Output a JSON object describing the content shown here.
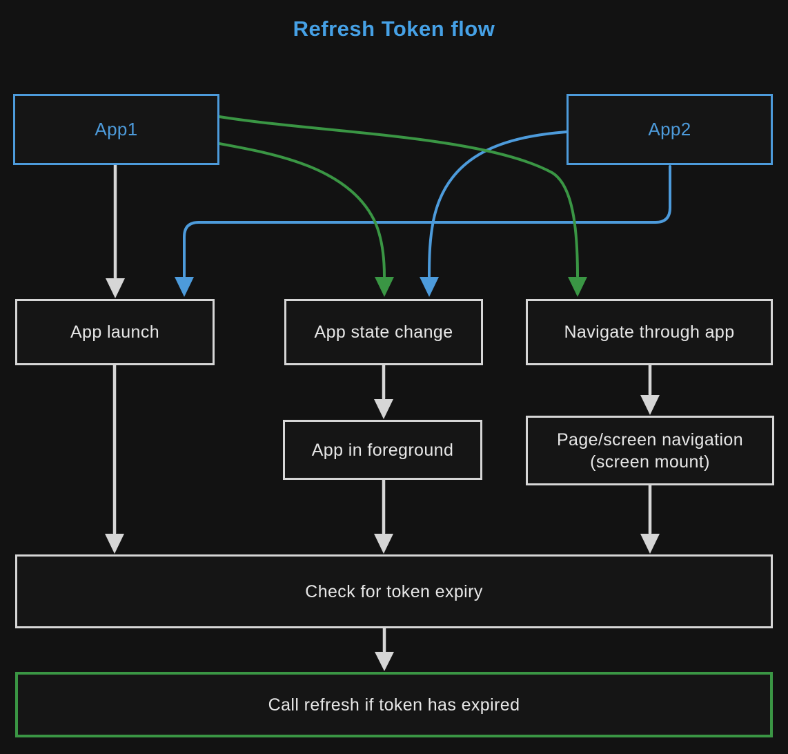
{
  "title": "Refresh Token flow",
  "colors": {
    "background": "#121212",
    "node_fill": "#151515",
    "blue": "#4d9bdb",
    "green": "#3a9644",
    "gray": "#d6d6d6",
    "text": "#e7e7e7",
    "title": "#46a1e6"
  },
  "nodes": {
    "app1": {
      "label": "App1"
    },
    "app2": {
      "label": "App2"
    },
    "app_launch": {
      "label": "App launch"
    },
    "app_state": {
      "label": "App state change"
    },
    "navigate": {
      "label": "Navigate through app"
    },
    "foreground": {
      "label": "App in foreground"
    },
    "page_nav": {
      "line1": "Page/screen navigation",
      "line2": "(screen mount)"
    },
    "check": {
      "label": "Check for token expiry"
    },
    "refresh": {
      "label": "Call refresh if token has expired"
    }
  },
  "edges": [
    {
      "from": "app1",
      "to": "app_launch",
      "color": "gray"
    },
    {
      "from": "app1",
      "to": "app_state",
      "color": "green"
    },
    {
      "from": "app1",
      "to": "navigate",
      "color": "green"
    },
    {
      "from": "app2",
      "to": "app_launch",
      "color": "blue"
    },
    {
      "from": "app2",
      "to": "app_state",
      "color": "blue"
    },
    {
      "from": "app_launch",
      "to": "check",
      "color": "gray"
    },
    {
      "from": "app_state",
      "to": "foreground",
      "color": "gray"
    },
    {
      "from": "foreground",
      "to": "check",
      "color": "gray"
    },
    {
      "from": "navigate",
      "to": "page_nav",
      "color": "gray"
    },
    {
      "from": "page_nav",
      "to": "check",
      "color": "gray"
    },
    {
      "from": "check",
      "to": "refresh",
      "color": "gray"
    }
  ]
}
